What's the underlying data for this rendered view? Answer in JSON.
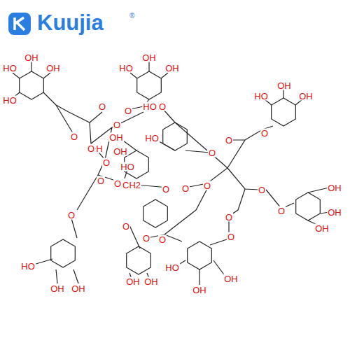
{
  "diagram": {
    "labels": [
      "Kuujia",
      "®",
      "OH",
      "HO",
      "OH",
      "OH",
      "HO",
      "OH",
      "HO",
      "O",
      "HO",
      "O",
      "O",
      "O",
      "O",
      "O",
      "H",
      "O",
      "O",
      "O",
      "CH2",
      "HO",
      "OH",
      "OH",
      "HO",
      "O",
      "O",
      "O",
      "O",
      "OH",
      "HO",
      "OH",
      "O",
      "O",
      "OH",
      "OH",
      "OH",
      "O",
      "O",
      "O",
      "O",
      "O",
      "O",
      "O",
      "HO",
      "OH",
      "OH",
      "OH",
      "OH",
      "O",
      "HO",
      "OH",
      "OH"
    ]
  }
}
